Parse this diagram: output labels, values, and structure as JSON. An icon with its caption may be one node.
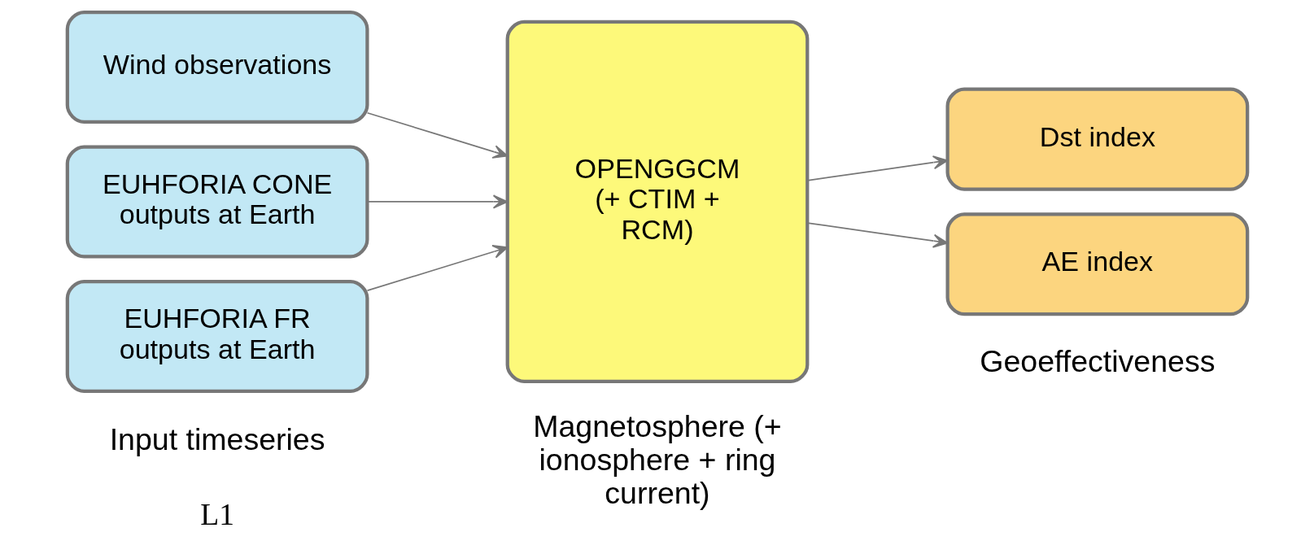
{
  "diagram": {
    "nodes": [
      {
        "text": [
          "Wind observations"
        ]
      },
      {
        "text": [
          "EUHFORIA CONE outputs at Earth"
        ]
      },
      {
        "text": [
          "EUHFORIA FR outputs at Earth"
        ]
      },
      {
        "text": [
          "OPENGGCM (+ CTIM + RCM)"
        ]
      },
      {
        "text": [
          "Dst index"
        ]
      },
      {
        "text": [
          "AE index"
        ]
      }
    ],
    "edges": [
      {
        "from": 0,
        "to": 3,
        "arrow": "to"
      },
      {
        "from": 1,
        "to": 3,
        "arrow": "to"
      },
      {
        "from": 2,
        "to": 3,
        "arrow": "to"
      },
      {
        "from": 3,
        "to": 4,
        "arrow": "to"
      },
      {
        "from": 3,
        "to": 5,
        "arrow": "to"
      }
    ],
    "labels": [
      "Input timeseries",
      "L1",
      "Magnetosphere (+ ionosphere + ring current)",
      "Geoeffectiveness"
    ]
  }
}
